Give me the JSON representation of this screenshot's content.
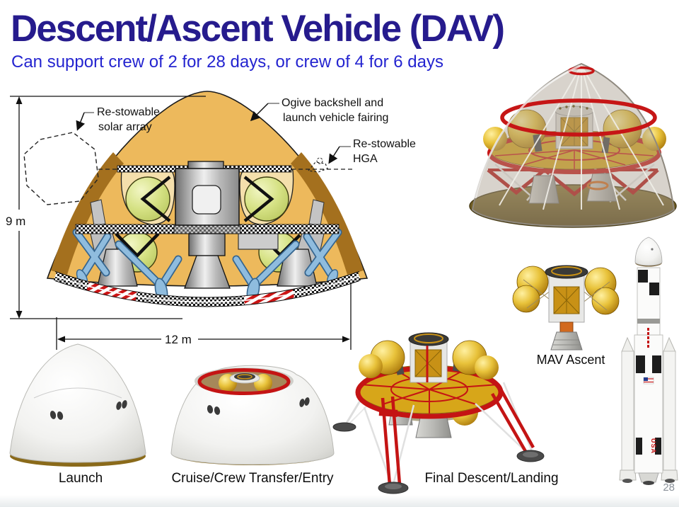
{
  "slide": {
    "title": "Descent/Ascent Vehicle (DAV)",
    "subtitle": "Can support crew of 2 for 28 days, or crew of 4 for 6 days",
    "page_number": "28",
    "colors": {
      "title": "#261b8d",
      "subtitle": "#2424d0",
      "backshell_tan": "#edb95c",
      "backshell_brown": "#a4701e",
      "tank_green": "#d5e183",
      "leg_blue": "#8fbcde",
      "render_red": "#c41414",
      "render_gold": "#d7a619",
      "heatshield_brown": "#8a6a1a"
    }
  },
  "diagram": {
    "name": "DAV stowed configuration cross-section",
    "labels": {
      "solar_array_1": "Re-stowable",
      "solar_array_2": "solar array",
      "backshell_1": "Ogive backshell and",
      "backshell_2": "launch vehicle fairing",
      "hga_1": "Re-stowable",
      "hga_2": "HGA",
      "height_dim": "9 m",
      "width_dim": "12 m"
    }
  },
  "stages": {
    "launch": "Launch",
    "cruise": "Cruise/Crew Transfer/Entry",
    "descent": "Final Descent/Landing",
    "ascent": "MAV Ascent"
  },
  "rocket": {
    "usa_text": "USA"
  }
}
